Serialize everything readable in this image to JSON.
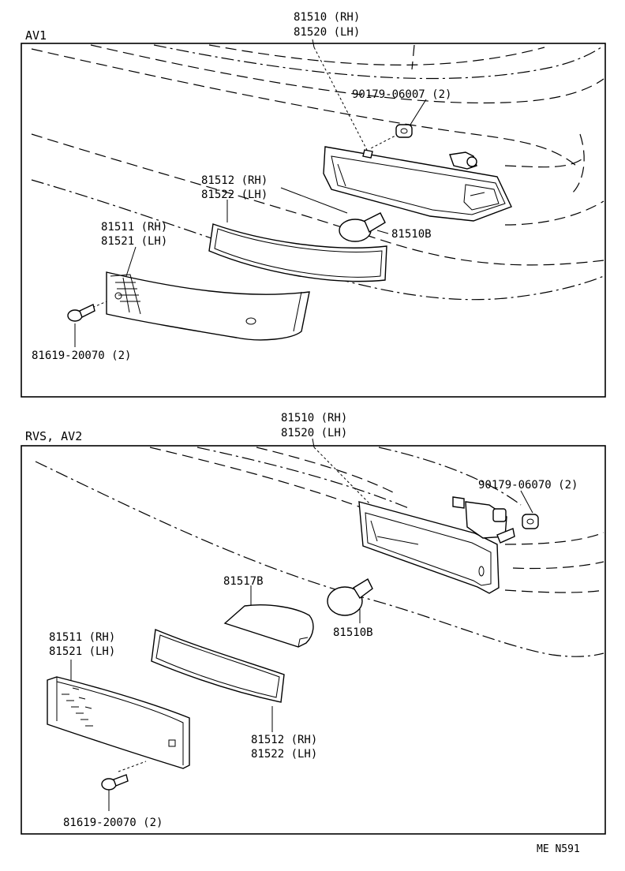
{
  "sections": [
    {
      "title": "AV1",
      "labels": {
        "assembly_rh": "81510 (RH)",
        "assembly_lh": "81520 (LH)",
        "nut": "90179-06007 (2)",
        "gasket_rh": "81512 (RH)",
        "gasket_lh": "81522 (LH)",
        "bulb": "81510B",
        "lens_rh": "81511 (RH)",
        "lens_lh": "81521 (LH)",
        "screw": "81619-20070 (2)"
      }
    },
    {
      "title": "RVS, AV2",
      "labels": {
        "assembly_rh": "81510 (RH)",
        "assembly_lh": "81520 (LH)",
        "nut": "90179-06070 (2)",
        "reflector": "81517B",
        "bulb": "81510B",
        "lens_rh": "81511 (RH)",
        "lens_lh": "81521 (LH)",
        "gasket_rh": "81512 (RH)",
        "gasket_lh": "81522 (LH)",
        "screw": "81619-20070 (2)"
      }
    }
  ],
  "footer_code": "ME N591"
}
